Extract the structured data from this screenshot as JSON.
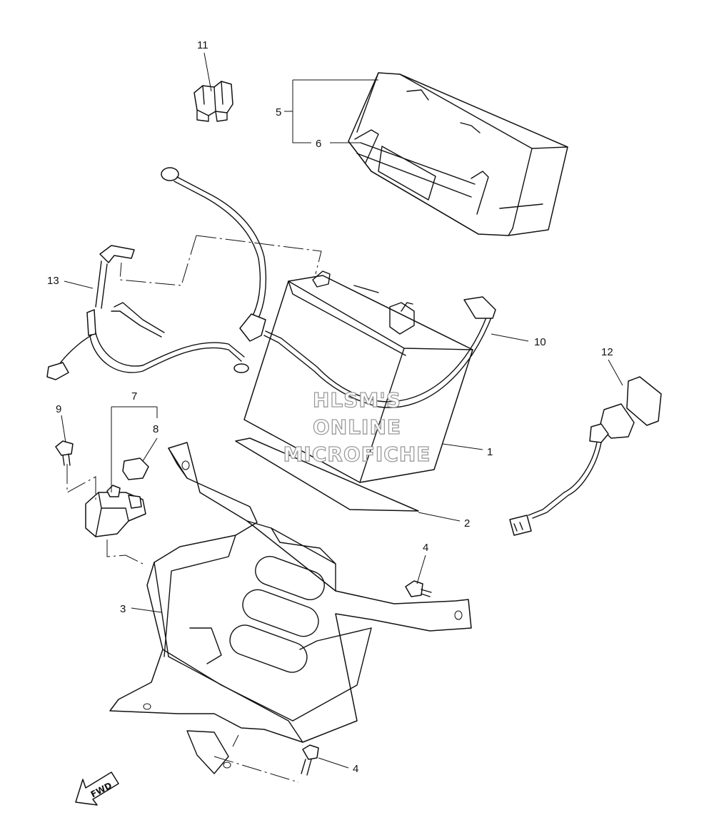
{
  "callouts": {
    "c1": "1",
    "c2": "2",
    "c3": "3",
    "c4a": "4",
    "c4b": "4",
    "c5": "5",
    "c6": "6",
    "c7": "7",
    "c8": "8",
    "c9": "9",
    "c10": "10",
    "c11": "11",
    "c12": "12",
    "c13": "13"
  },
  "watermark": {
    "line1": "HLSM'S",
    "line2": "ONLINE",
    "line3": "MICROFICHE"
  },
  "fwd_label": "FWD"
}
